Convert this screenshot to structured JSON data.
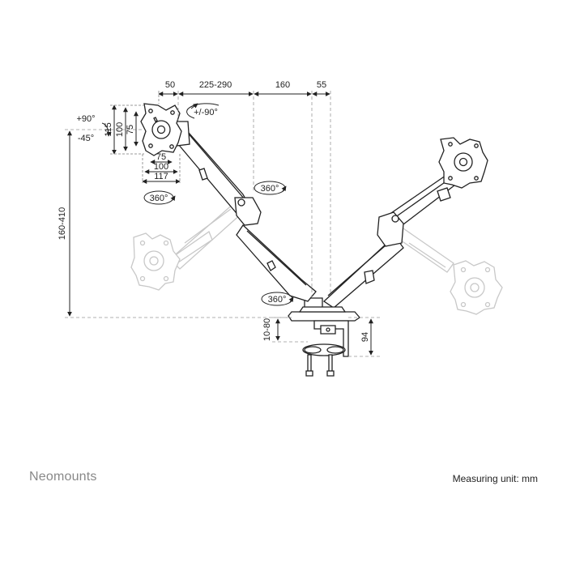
{
  "dimensions": {
    "top": [
      "50",
      "225-290",
      "160",
      "55"
    ],
    "height_range": "160-410",
    "clamp_thickness": "10-80",
    "clamp_height": "94",
    "vesa_width": [
      "75",
      "100",
      "117"
    ],
    "vesa_height": [
      "115",
      "100",
      "75"
    ]
  },
  "rotations": {
    "tilt_up": "+90°",
    "tilt_down": "-45°",
    "swivel": "+/-90°",
    "rotate_360": [
      "360°",
      "360°",
      "360°"
    ]
  },
  "brand": "Neomounts",
  "measuring_unit": "Measuring unit: mm"
}
